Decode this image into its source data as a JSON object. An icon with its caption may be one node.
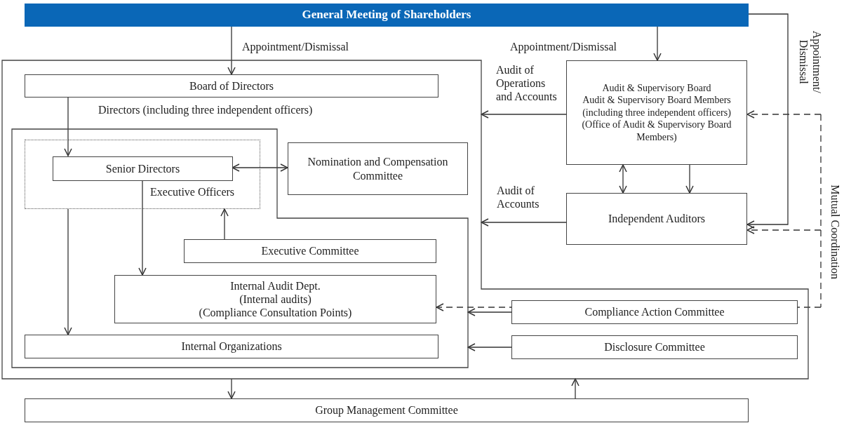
{
  "diagram": {
    "nodes": [
      {
        "text": [
          "General Meeting of Shareholders"
        ]
      },
      {
        "text": [],
        "shape": "box"
      },
      {
        "text": [
          "Board of Directors"
        ],
        "in": 1,
        "beside": [
          "Directors (including three independent officers)"
        ]
      },
      {
        "text": [],
        "shape": "box",
        "in": 1
      },
      {
        "text": [
          "Executive Officers"
        ],
        "in": 3
      },
      {
        "text": [
          "Senior Directors"
        ],
        "in": 4
      },
      {
        "text": [
          "Nomination and Compensation Committee"
        ],
        "in": 1
      },
      {
        "text": [
          "Executive Committee"
        ],
        "in": 3
      },
      {
        "text": [
          "Internal Audit Dept.",
          "(Internal audits)",
          "(Compliance Consultation Points)"
        ],
        "in": 3
      },
      {
        "text": [
          "Internal Organizations"
        ],
        "in": 3
      },
      {
        "text": [
          "Audit & Supervisory Board",
          "Audit & Supervisory Board Members (including three independent officers)",
          "(Office of Audit & Supervisory Board Members)"
        ]
      },
      {
        "text": [
          "Independent Auditors"
        ]
      },
      {
        "text": [
          "Compliance Action Committee"
        ],
        "in": 1
      },
      {
        "text": [
          "Disclosure Committee"
        ],
        "in": 1
      },
      {
        "text": [
          "Group Management Committee"
        ]
      }
    ],
    "edges": [
      {
        "from": 0,
        "to": 2,
        "arrow": "to",
        "label": "Appointment/Dismissal"
      },
      {
        "from": 0,
        "to": 10,
        "arrow": "to",
        "label": "Appointment/Dismissal"
      },
      {
        "from": 0,
        "to": 11,
        "arrow": "to",
        "label": "Appointment/ Dismissal"
      },
      {
        "from": 10,
        "to": 1,
        "arrow": "to",
        "label": "Audit of Operations and Accounts"
      },
      {
        "from": 11,
        "to": 1,
        "arrow": "to",
        "label": "Audit of Accounts"
      },
      {
        "from": 2,
        "to": 5,
        "arrow": "to"
      },
      {
        "from": 5,
        "to": 6,
        "arrow": "both"
      },
      {
        "from": 5,
        "to": 8,
        "arrow": "to"
      },
      {
        "from": 4,
        "to": 9,
        "arrow": "to"
      },
      {
        "from": 7,
        "to": 4,
        "arrow": "to"
      },
      {
        "from": 10,
        "to": 11,
        "arrow": "both"
      },
      {
        "from": 10,
        "to": 11,
        "arrow": "to"
      },
      {
        "from": 12,
        "to": 3,
        "arrow": "to"
      },
      {
        "from": 13,
        "to": 3,
        "arrow": "to"
      },
      {
        "from": 1,
        "to": 14,
        "arrow": "to"
      },
      {
        "from": 14,
        "to": 1,
        "arrow": "to"
      },
      {
        "from": null,
        "to": 10,
        "arrow": "to",
        "style": "dashed"
      },
      {
        "from": null,
        "to": 11,
        "arrow": "to",
        "style": "dashed"
      },
      {
        "from": null,
        "to": 8,
        "arrow": "to",
        "style": "dashed"
      }
    ],
    "labels": [
      "Mutual Coordination"
    ]
  }
}
